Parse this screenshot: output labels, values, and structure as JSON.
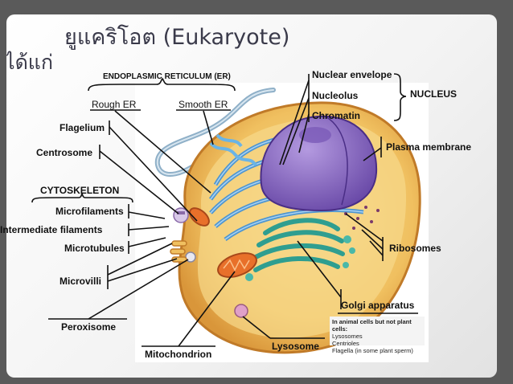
{
  "slide": {
    "title": "ยูแคริโอต (Eukaryote)",
    "subtitle": "ได้แก่"
  },
  "labels": {
    "er_group": "ENDOPLASMIC RETICULUM (ER)",
    "rough_er": "Rough ER",
    "smooth_er": "Smooth ER",
    "flagelium": "Flagelium",
    "centrosome": "Centrosome",
    "cytoskeleton": "CYTOSKELETON",
    "microfilaments": "Microfilaments",
    "intermediate_filaments": "Intermediate filaments",
    "microtubules": "Microtubules",
    "microvilli": "Microvilli",
    "peroxisome": "Peroxisome",
    "mitochondrion": "Mitochondrion",
    "lysosome": "Lysosome",
    "nuclear_envelope": "Nuclear envelope",
    "nucleolus": "Nucleolus",
    "chromatin": "Chromatin",
    "nucleus_group": "NUCLEUS",
    "plasma_membrane": "Plasma membrane",
    "ribosomes": "Ribosomes",
    "golgi": "Golgi apparatus"
  },
  "note": {
    "heading": "In animal cells but not plant cells:",
    "items": [
      "Lysosomes",
      "Centrioles",
      "Flagella (in some plant sperm)"
    ]
  },
  "colors": {
    "cytoplasm": "#f0c060",
    "nucleus": "#9a78c8",
    "er": "#6aaee0",
    "golgi": "#4ab8a8",
    "mitochondrion": "#e8702a"
  }
}
